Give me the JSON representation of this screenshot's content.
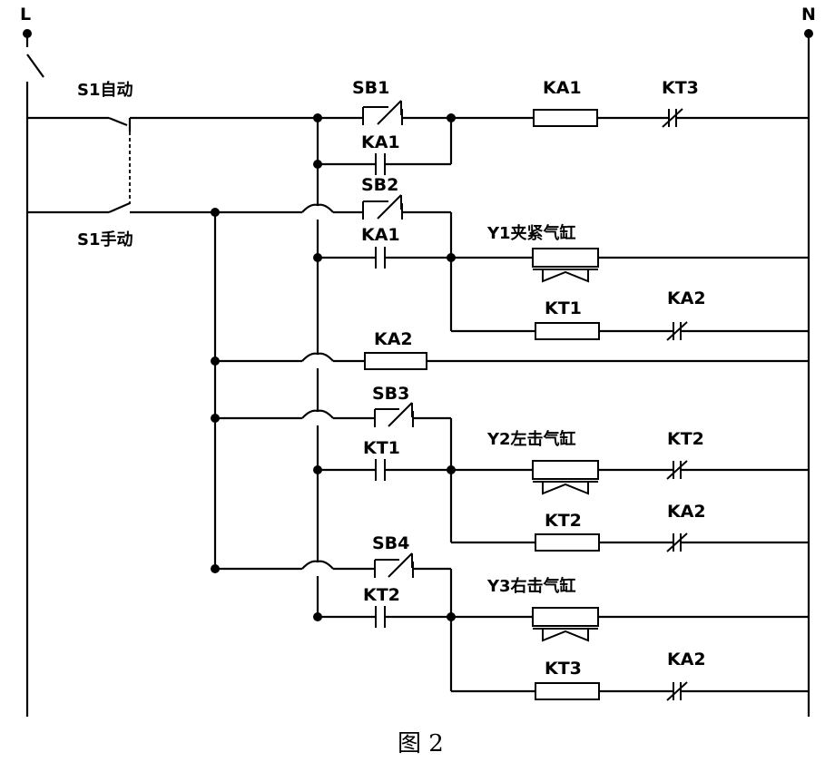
{
  "rails": {
    "left": "L",
    "right": "N"
  },
  "switch_labels": {
    "auto": "S1自动",
    "manual": "S1手动"
  },
  "labels": {
    "sb1": "SB1",
    "ka1_coil": "KA1",
    "kt3_contact": "KT3",
    "ka1_contact_1": "KA1",
    "sb2": "SB2",
    "ka1_contact_2": "KA1",
    "y1": "Y1夹紧气缸",
    "kt1_coil": "KT1",
    "ka2_contact_1": "KA2",
    "ka2_coil": "KA2",
    "sb3": "SB3",
    "kt1_contact": "KT1",
    "y2": "Y2左击气缸",
    "kt2_contact": "KT2",
    "kt2_coil": "KT2",
    "ka2_contact_2": "KA2",
    "sb4": "SB4",
    "kt2_contact_2": "KT2",
    "y3": "Y3右击气缸",
    "kt3_coil": "KT3",
    "ka2_contact_3": "KA2"
  },
  "caption": "图 2"
}
